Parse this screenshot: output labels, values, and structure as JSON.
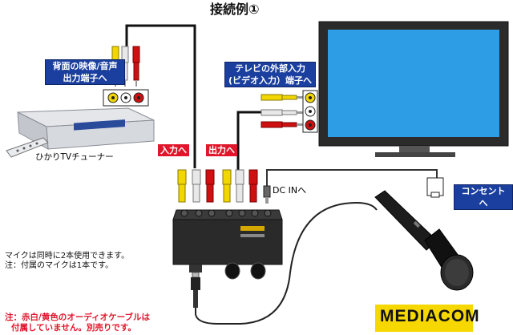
{
  "title": "接続例①",
  "labels": {
    "rear_av_output": [
      "背面の映像/音声",
      "出力端子へ"
    ],
    "tv_external_input": [
      "テレビの外部入力",
      "(ビデオ入力）端子へ"
    ],
    "input_to": "入力へ",
    "output_to": "出力へ",
    "dc_in": "DC INへ",
    "outlet": "コンセントへ",
    "tuner": "ひかりTVチューナー"
  },
  "notes": {
    "mic_line1": "マイクは同時に2本使用できます。",
    "mic_line2": "注：付属のマイクは1本です。",
    "cable_line1": "注：赤白/黄色のオーディオケーブルは",
    "cable_line2": "付属していません。別売りです。"
  },
  "logo": "MEDIACOM",
  "colors": {
    "label_blue": "#1a3f9e",
    "label_red": "#e0162b",
    "plug_yellow": "#f2d600",
    "plug_white": "#e8e8e8",
    "plug_red": "#d01010",
    "logo_yellow": "#f6d800"
  }
}
